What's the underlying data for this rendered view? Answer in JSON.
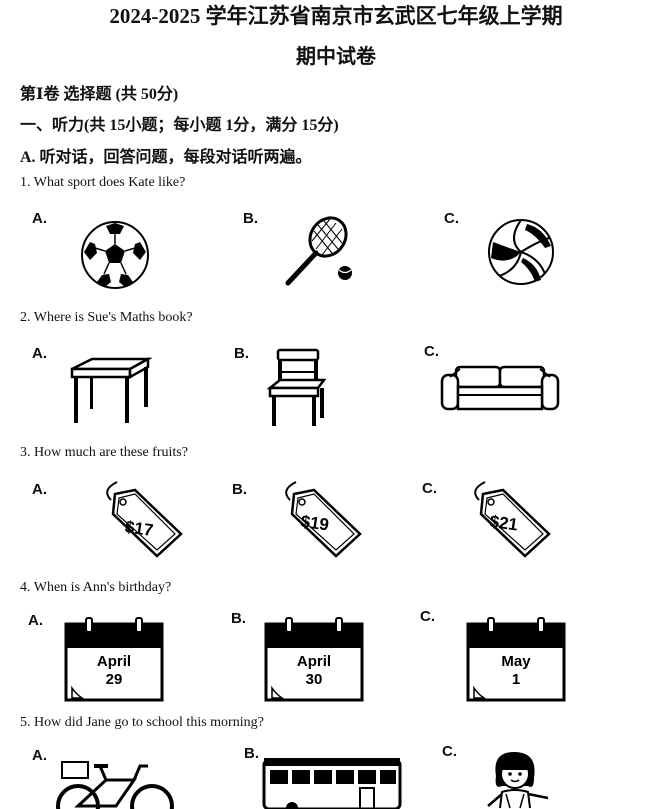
{
  "title": "2024-2025 学年江苏省南京市玄武区七年级上学期",
  "subtitle": "期中试卷",
  "section": "第Ⅰ卷 选择题 (共 50分)",
  "part": "一、听力(共 15小题；每小题 1分，满分 15分)",
  "part_a": "A. 听对话，回答问题，每段对话听两遍。",
  "questions": [
    {
      "text": "1. What sport does Kate like?",
      "options": [
        "A.",
        "B.",
        "C."
      ],
      "icons": [
        "soccer-ball-icon",
        "tennis-racket-icon",
        "volleyball-icon"
      ]
    },
    {
      "text": "2. Where is Sue's Maths book?",
      "options": [
        "A.",
        "B.",
        "C."
      ],
      "icons": [
        "table-icon",
        "chair-icon",
        "sofa-icon"
      ]
    },
    {
      "text": "3. How much are these fruits?",
      "options": [
        "A.",
        "B.",
        "C."
      ],
      "prices": [
        "$17",
        "$19",
        "$21"
      ]
    },
    {
      "text": "4. When is Ann's birthday?",
      "options": [
        "A.",
        "B.",
        "C."
      ],
      "calendars": [
        {
          "month": "April",
          "day": "29"
        },
        {
          "month": "April",
          "day": "30"
        },
        {
          "month": "May",
          "day": "1"
        }
      ]
    },
    {
      "text": "5. How did Jane go to school this morning?",
      "options": [
        "A.",
        "B.",
        "C."
      ],
      "icons": [
        "bicycle-icon",
        "bus-icon",
        "walking-girl-icon"
      ]
    }
  ]
}
